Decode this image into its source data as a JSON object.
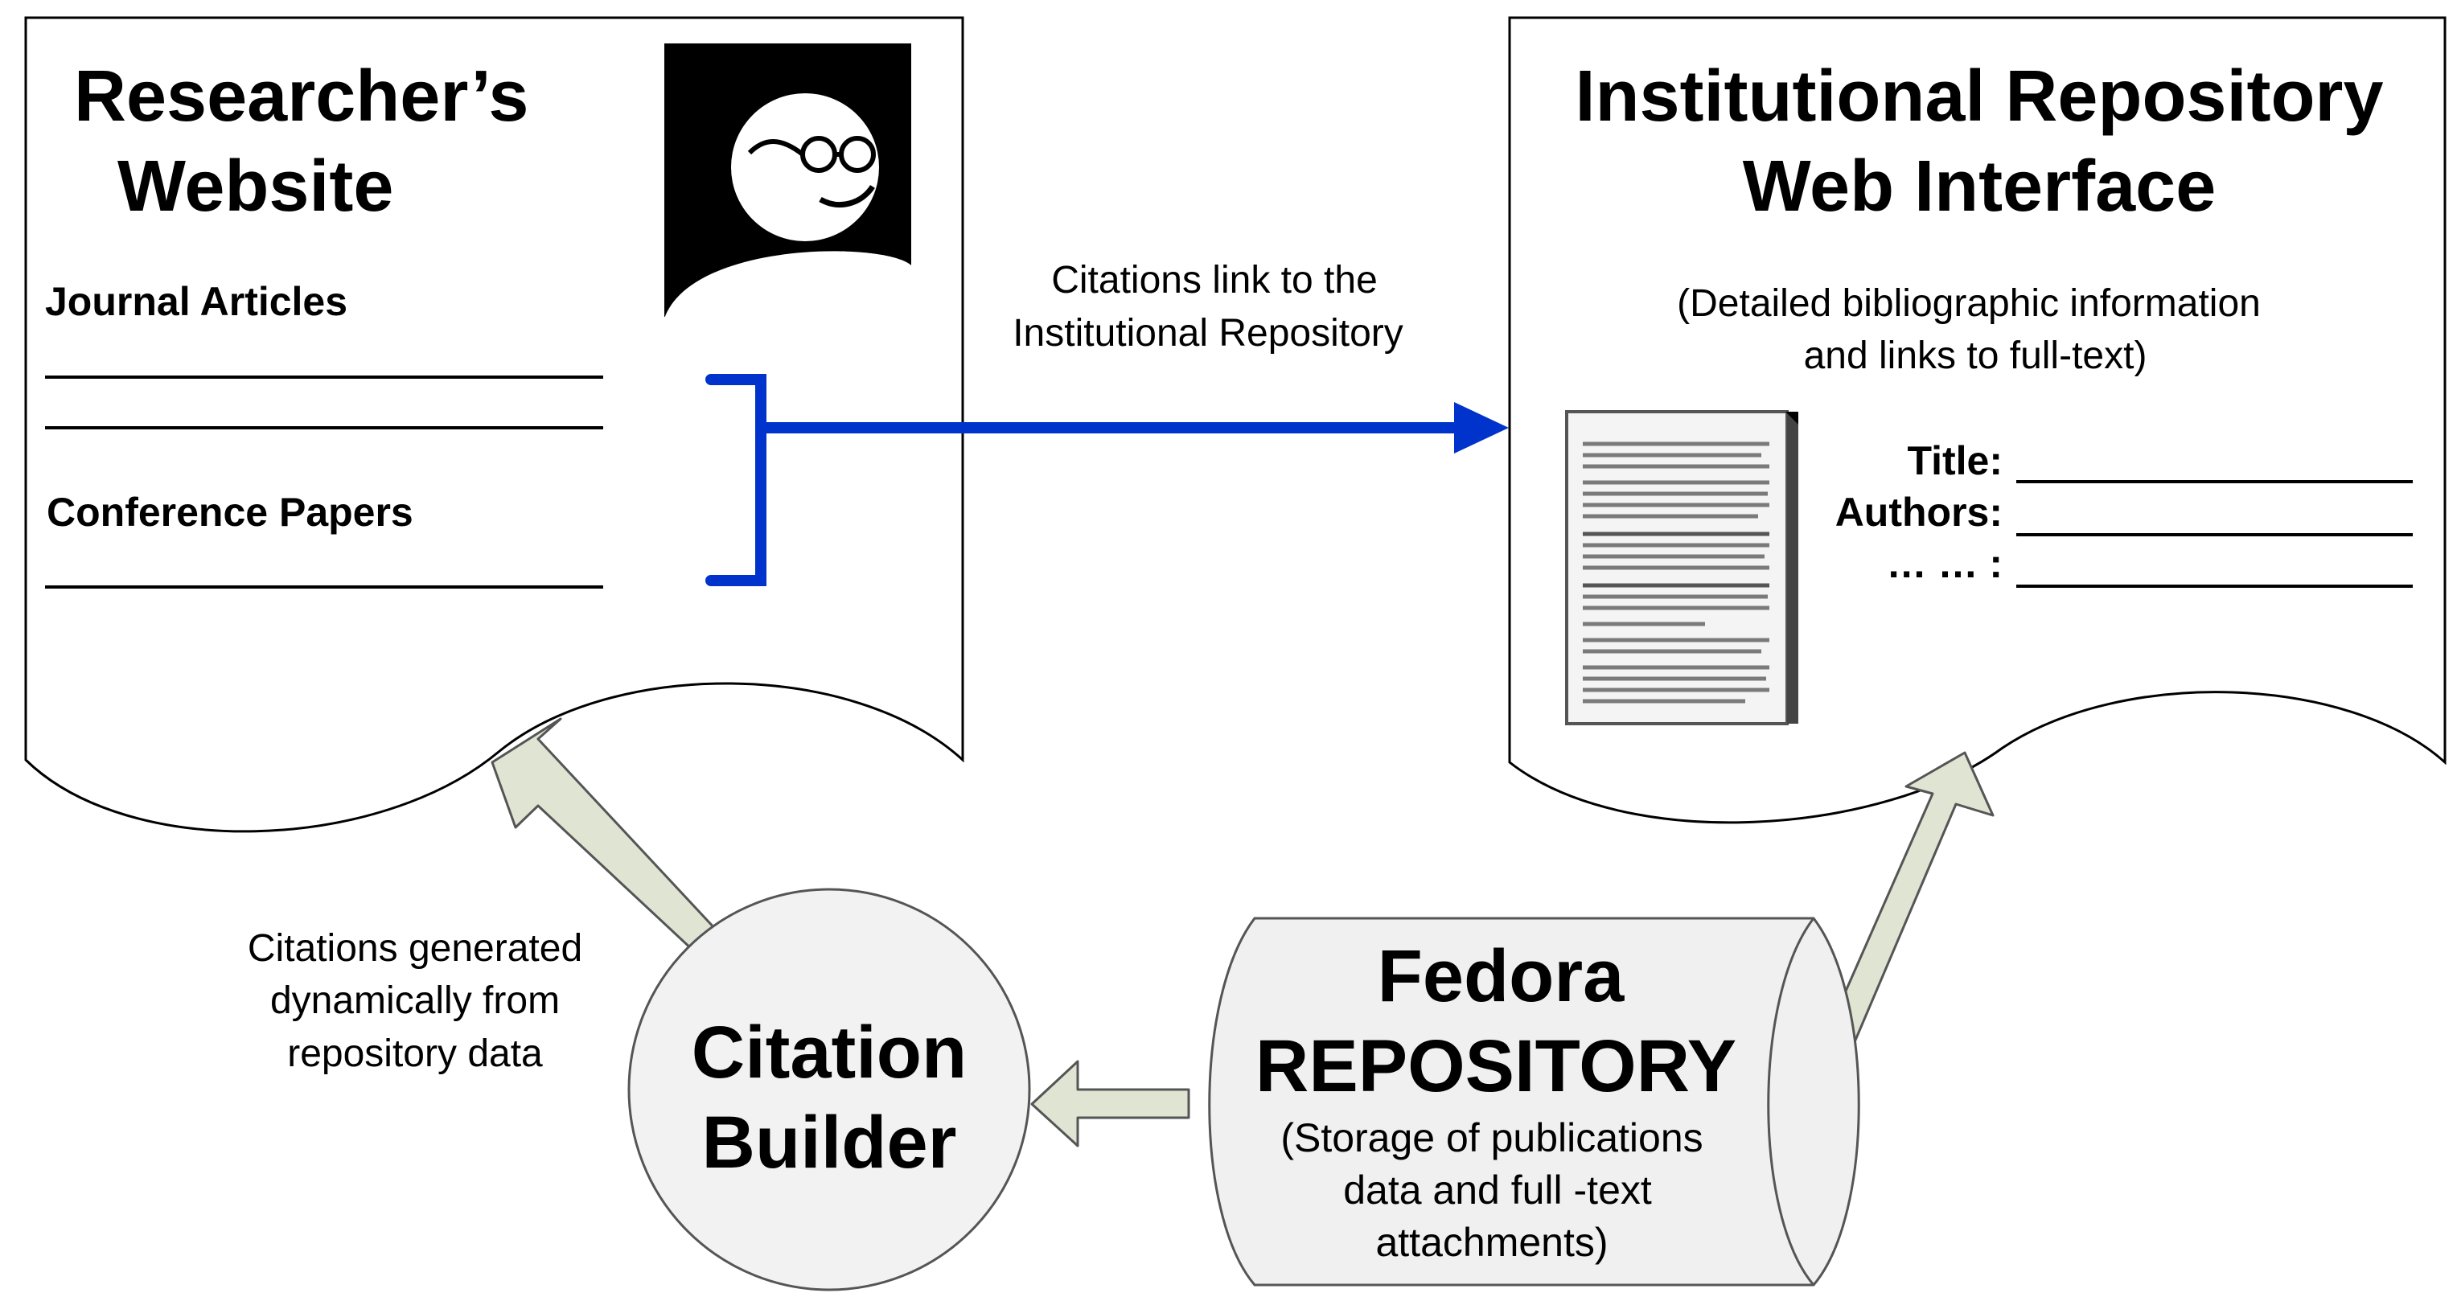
{
  "researcher_site": {
    "title_line1": "Researcher’s",
    "title_line2": "Website",
    "section_journal": "Journal Articles",
    "section_conference": "Conference Papers",
    "avatar_icon": "researcher-avatar-icon"
  },
  "link_note": {
    "line1": "Citations link to the",
    "line2": "Institutional Repository"
  },
  "repository_web": {
    "title_line1": "Institutional Repository",
    "title_line2": "Web Interface",
    "desc_line1": "(Detailed bibliographic information",
    "desc_line2": "and links to full-text)",
    "field_title": "Title:",
    "field_authors": "Authors:",
    "field_more": "… … :",
    "document_icon": "document-thumbnail-icon"
  },
  "generated_note": {
    "line1": "Citations generated",
    "line2": "dynamically from",
    "line3": "repository data"
  },
  "citation_builder": {
    "line1": "Citation",
    "line2": "Builder"
  },
  "fedora": {
    "line1": "Fedora",
    "line2": "REPOSITORY",
    "line3": "(Storage of publications",
    "line4": "data and full -text",
    "line5": "attachments)"
  },
  "colors": {
    "link_arrow": "#0033cc",
    "flow_arrow_fill": "#dfe5d2",
    "builder_fill": "#f2f2f2",
    "fedora_fill": "#f0f0f0"
  }
}
